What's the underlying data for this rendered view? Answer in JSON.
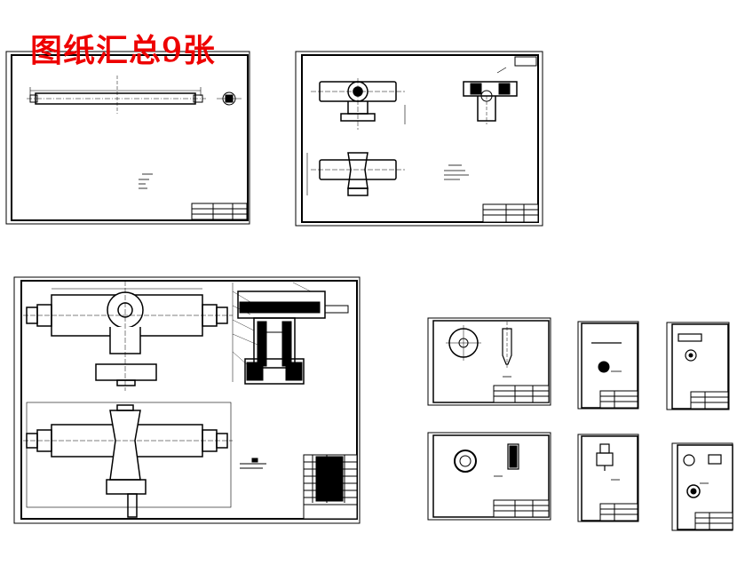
{
  "title": "图纸汇总9张",
  "colors": {
    "title": "#ee0000",
    "line": "#000000",
    "background": "#ffffff"
  },
  "sheets": [
    {
      "name": "sheet-shaft"
    },
    {
      "name": "sheet-tee-housing"
    },
    {
      "name": "sheet-assembly"
    },
    {
      "name": "sheet-gear"
    },
    {
      "name": "sheet-small-a"
    },
    {
      "name": "sheet-small-b"
    },
    {
      "name": "sheet-ring"
    },
    {
      "name": "sheet-small-c"
    },
    {
      "name": "sheet-small-d"
    }
  ]
}
